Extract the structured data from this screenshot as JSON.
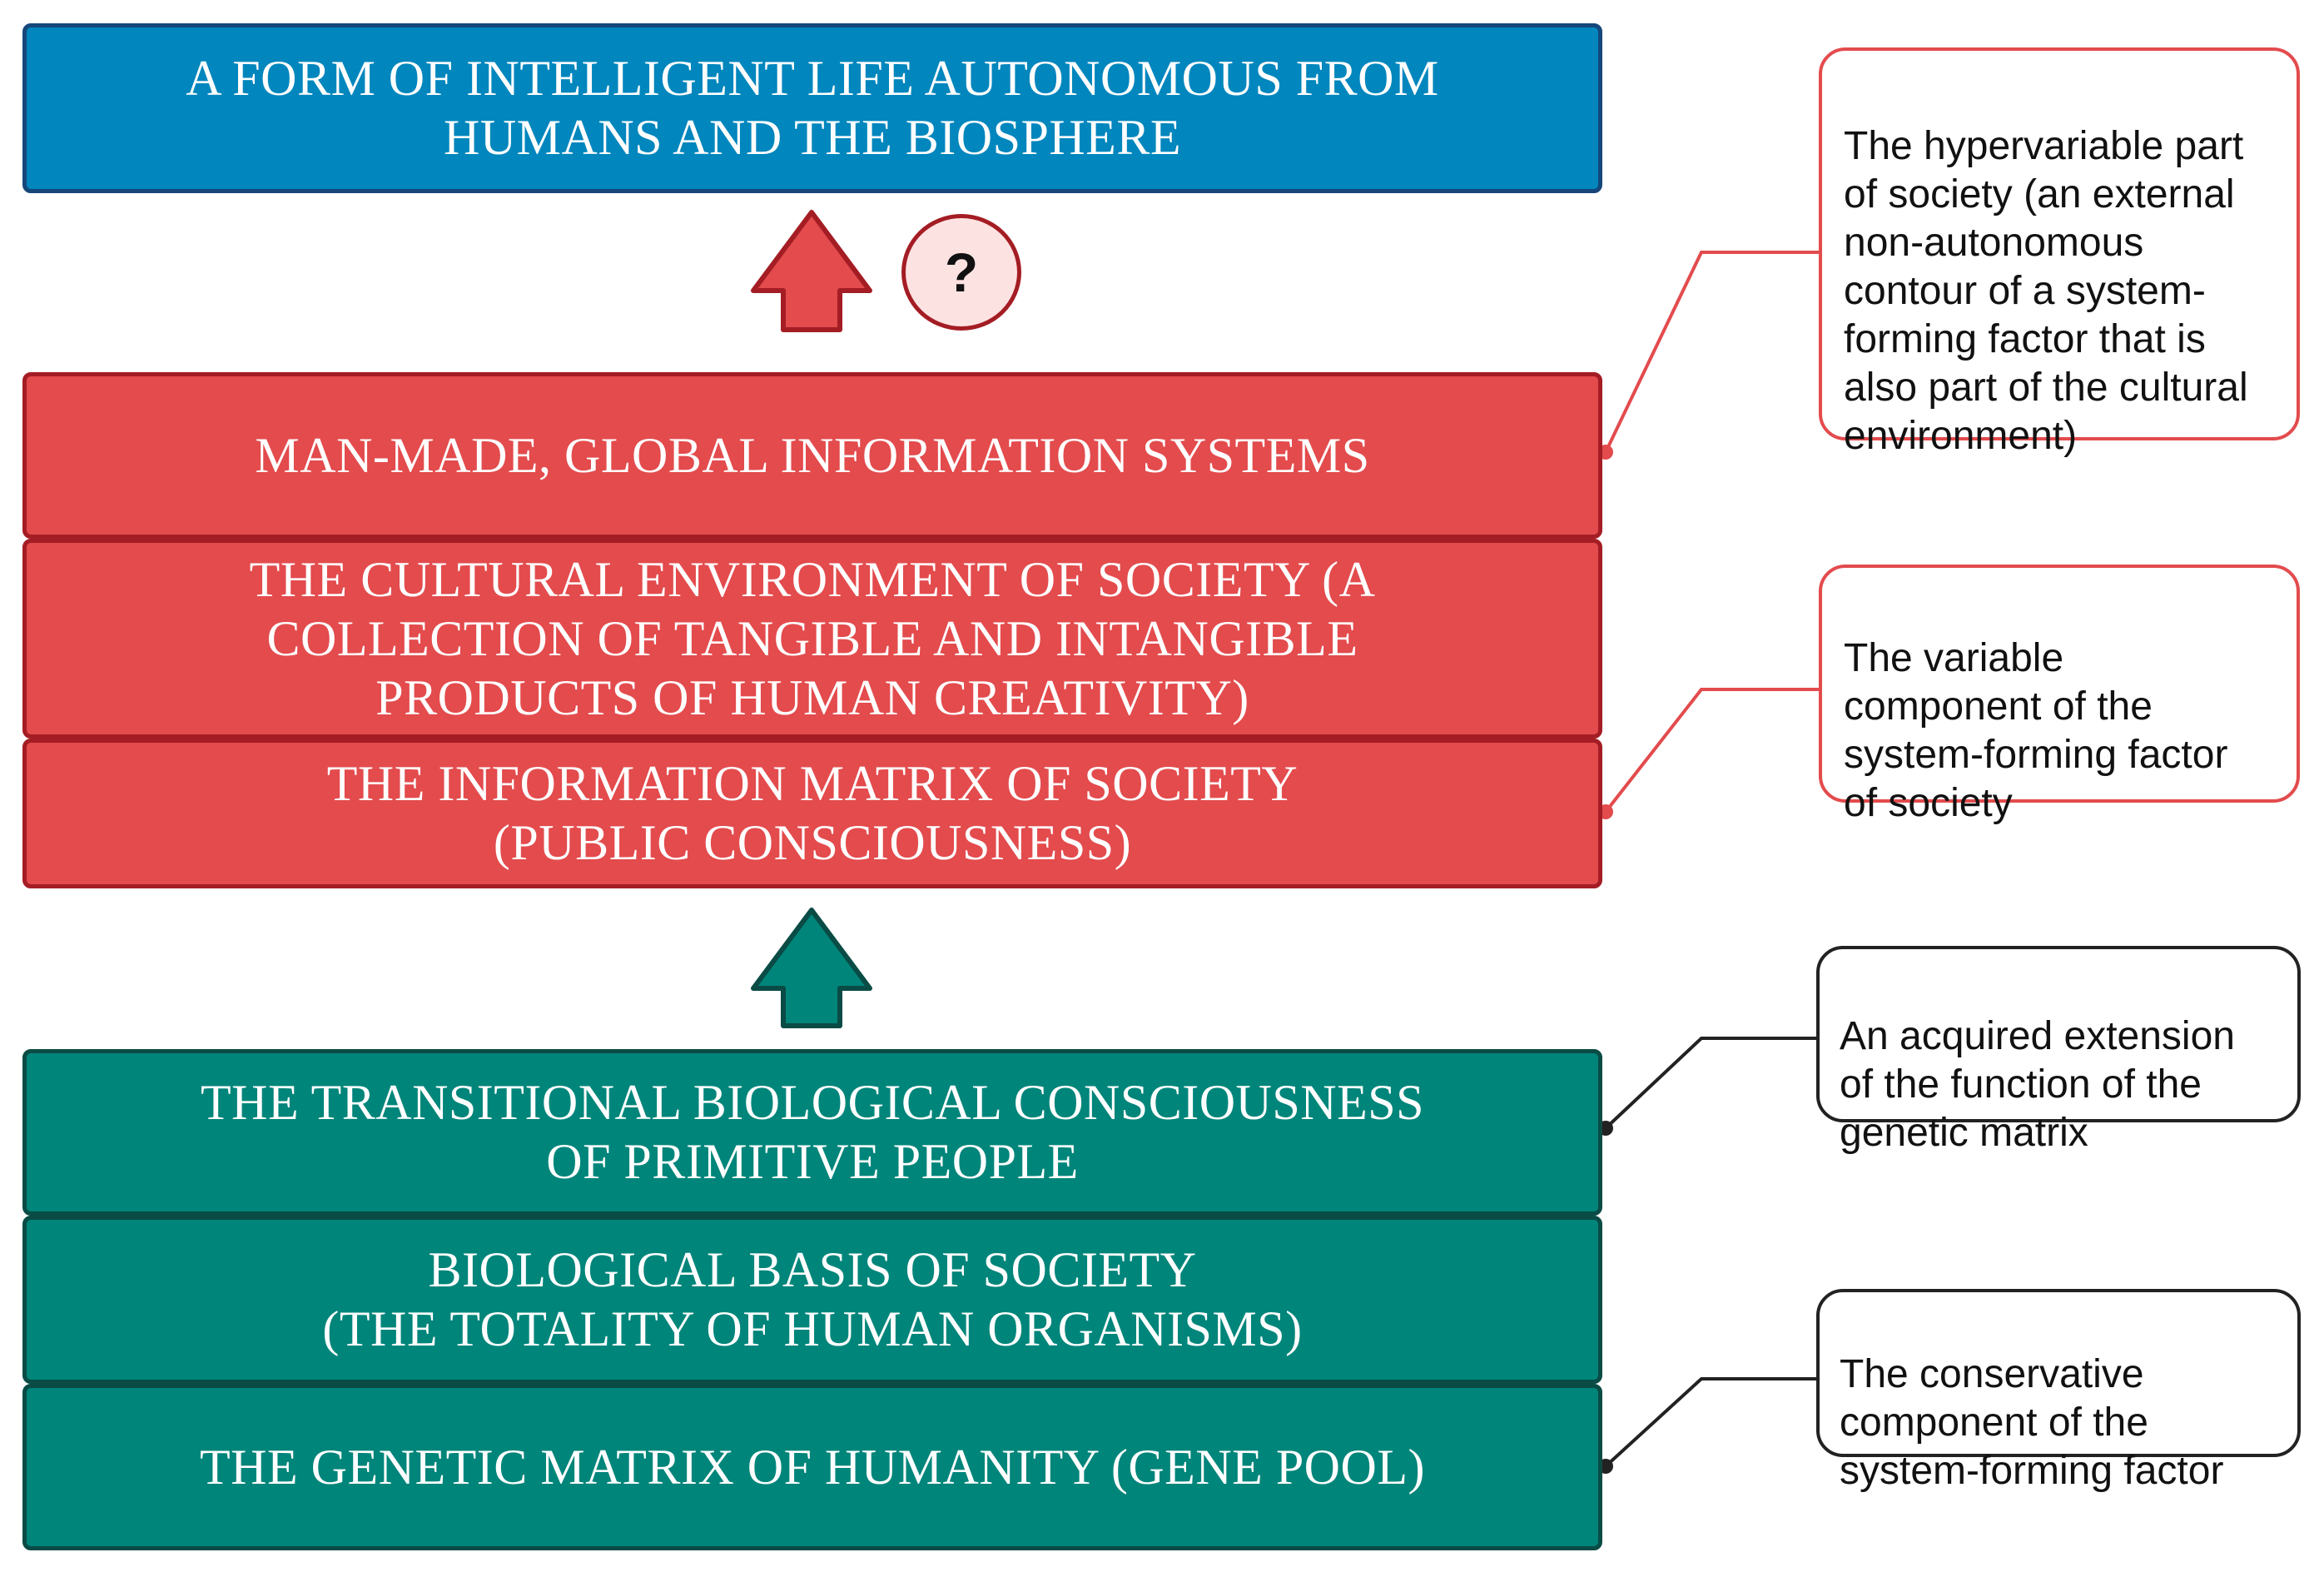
{
  "top_box": {
    "text": "A FORM OF INTELLIGENT LIFE AUTONOMOUS FROM\nHUMANS AND THE BIOSPHERE"
  },
  "question_mark": "?",
  "red_layers": [
    {
      "text": "MAN-MADE, GLOBAL INFORMATION SYSTEMS"
    },
    {
      "text": "THE CULTURAL ENVIRONMENT OF SOCIETY (A\nCOLLECTION OF TANGIBLE AND INTANGIBLE\nPRODUCTS OF HUMAN CREATIVITY)"
    },
    {
      "text": "THE INFORMATION MATRIX OF SOCIETY\n(PUBLIC CONSCIOUSNESS)"
    }
  ],
  "teal_layers": [
    {
      "text": "THE TRANSITIONAL BIOLOGICAL CONSCIOUSNESS\nOF PRIMITIVE PEOPLE"
    },
    {
      "text": "BIOLOGICAL BASIS OF SOCIETY\n(THE TOTALITY OF HUMAN ORGANISMS)"
    },
    {
      "text": "THE GENETIC MATRIX OF HUMANITY (GENE POOL)"
    }
  ],
  "annotations": [
    {
      "text": "The hypervariable part\nof society (an external\nnon-autonomous\ncontour of a system-\nforming factor that is\nalso part of the cultural\nenvironment)"
    },
    {
      "text": "The variable\ncomponent of the\nsystem-forming factor\nof society"
    },
    {
      "text": "An acquired extension\nof the function of the\ngenetic matrix"
    },
    {
      "text": "The conservative\ncomponent of the\nsystem-forming factor"
    }
  ],
  "colors": {
    "blue_fill": "#0186bd",
    "red_fill": "#e34b4d",
    "red_stroke": "#a41d24",
    "teal_fill": "#00857a",
    "teal_stroke": "#0a4b45"
  }
}
